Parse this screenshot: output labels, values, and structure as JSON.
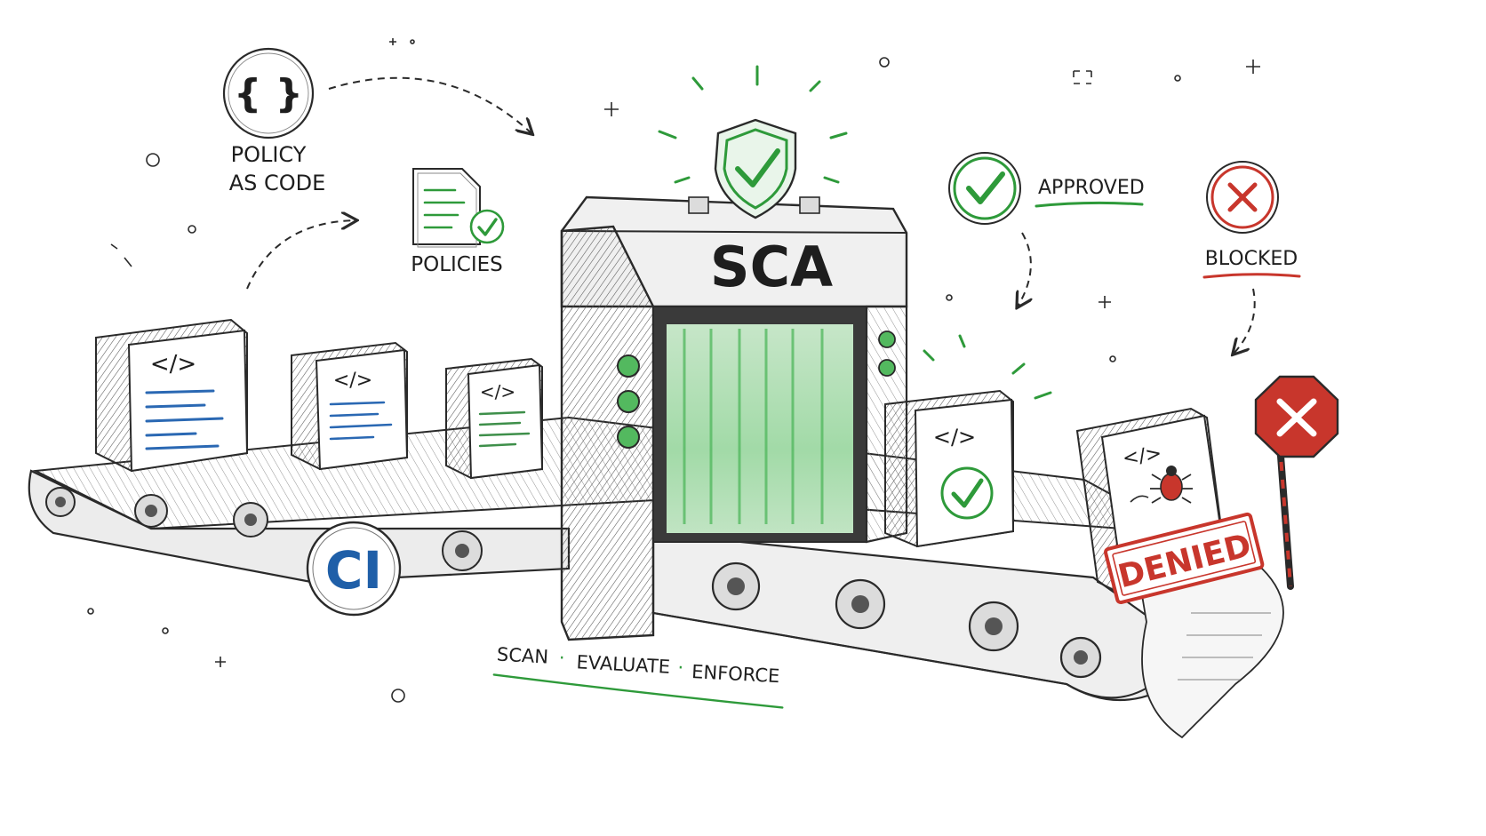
{
  "labels": {
    "policy_line1": "POLICY",
    "policy_line2": "AS CODE",
    "policy_icon": "{ }",
    "policies": "POLICIES",
    "gate": "SCA",
    "approved": "APPROVED",
    "blocked": "BLOCKED",
    "ci": "CI",
    "denied": "DENIED",
    "tagline_scan": "SCAN",
    "tagline_evaluate": "EVALUATE",
    "tagline_enforce": "ENFORCE",
    "tagline_sep": "·",
    "code_glyph": "</>"
  },
  "colors": {
    "green": "#2e9a3a",
    "red": "#c8362c",
    "blue": "#1f5fa8",
    "ink": "#2a2a2a"
  },
  "icons": [
    "braces-icon",
    "document-check-icon",
    "shield-check-icon",
    "check-circle-icon",
    "x-circle-icon",
    "bug-icon",
    "stop-sign-icon"
  ]
}
